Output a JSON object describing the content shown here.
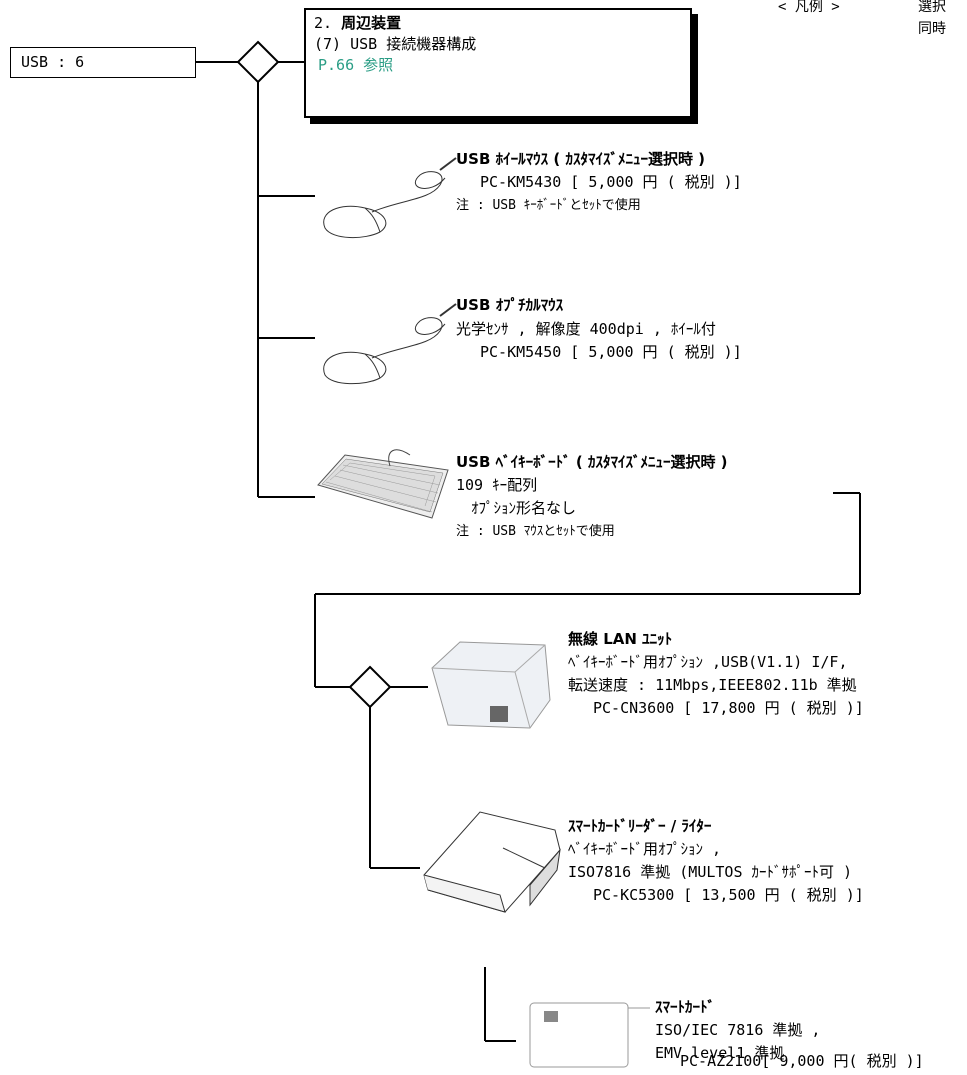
{
  "legend": {
    "line1": "< 凡例 >",
    "line2a": "選択",
    "line2b": "同時"
  },
  "root": {
    "label": "USB : 6"
  },
  "ref_box": {
    "title_num": "2.",
    "title": "周辺装置",
    "subtitle": "(7) USB 接続機器構成",
    "page_ref": "P.66 参照"
  },
  "items": [
    {
      "name": "USB ﾎｲｰﾙﾏｳｽ ( ｶｽﾀﾏｲｽﾞﾒﾆｭｰ選択時 )",
      "lines": [
        "PC-KM5430 [ 5,000 円 ( 税別 )]",
        "注 : USB ｷｰﾎﾞｰﾄﾞとｾｯﾄで使用"
      ]
    },
    {
      "name": "USB ｵﾌﾟﾁｶﾙﾏｳｽ",
      "lines": [
        "光学ｾﾝｻ , 解像度 400dpi , ﾎｲｰﾙ付",
        "PC-KM5450 [ 5,000 円 ( 税別 )]"
      ]
    },
    {
      "name": "USB ﾍﾞｲｷｰﾎﾞｰﾄﾞ ( ｶｽﾀﾏｲｽﾞﾒﾆｭｰ選択時 )",
      "lines": [
        "109 ｷｰ配列",
        "ｵﾌﾟｼｮﾝ形名なし",
        "注 : USB ﾏｳｽとｾｯﾄで使用"
      ]
    },
    {
      "name": "無線 LAN ﾕﾆｯﾄ",
      "lines": [
        "ﾍﾞｲｷｰﾎﾞｰﾄﾞ用ｵﾌﾟｼｮﾝ ,USB(V1.1) I/F,",
        "転送速度 : 11Mbps,IEEE802.11b 準拠",
        "PC-CN3600 [ 17,800 円 ( 税別 )]"
      ]
    },
    {
      "name": "ｽﾏｰﾄｶｰﾄﾞﾘｰﾀﾞｰ / ﾗｲﾀｰ",
      "lines": [
        "ﾍﾞｲｷｰﾎﾞｰﾄﾞ用ｵﾌﾟｼｮﾝ ,",
        "ISO7816 準拠 (MULTOS ｶｰﾄﾞｻﾎﾟｰﾄ可 )",
        "PC-KC5300 [ 13,500 円 ( 税別 )]"
      ]
    },
    {
      "name": "ｽﾏｰﾄｶｰﾄﾞ",
      "lines": [
        "ISO/IEC 7816 準拠 ,",
        "EMV level1 準拠",
        "PC-AZ2100[ 9,000 円( 税別 )]"
      ]
    }
  ]
}
